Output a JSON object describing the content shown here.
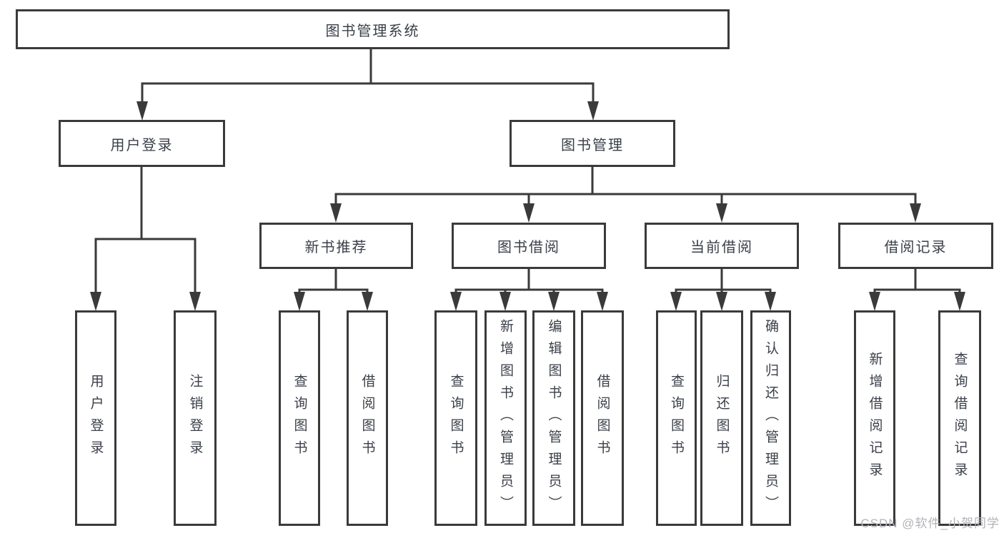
{
  "theme": {
    "background": "#ffffff",
    "line_color": "#3a3a3a",
    "text_color": "#3a3f48",
    "watermark_color": "#b3b3b8"
  },
  "watermark": {
    "text": "CSDN @软件_小贺同学"
  },
  "tree": {
    "label": "图书管理系统",
    "children": [
      {
        "label": "用户登录",
        "children": [
          {
            "label": "用户登录"
          },
          {
            "label": "注销登录"
          }
        ]
      },
      {
        "label": "图书管理",
        "children": [
          {
            "label": "新书推荐",
            "children": [
              {
                "label": "查询图书"
              },
              {
                "label": "借阅图书"
              }
            ]
          },
          {
            "label": "图书借阅",
            "children": [
              {
                "label": "查询图书"
              },
              {
                "label": "新增图书（管理员）"
              },
              {
                "label": "编辑图书（管理员）"
              },
              {
                "label": "借阅图书"
              }
            ]
          },
          {
            "label": "当前借阅",
            "children": [
              {
                "label": "查询图书"
              },
              {
                "label": "归还图书"
              },
              {
                "label": "确认归还（管理员）"
              }
            ]
          },
          {
            "label": "借阅记录",
            "children": [
              {
                "label": "新增借阅记录"
              },
              {
                "label": "查询借阅记录"
              }
            ]
          }
        ]
      }
    ]
  }
}
